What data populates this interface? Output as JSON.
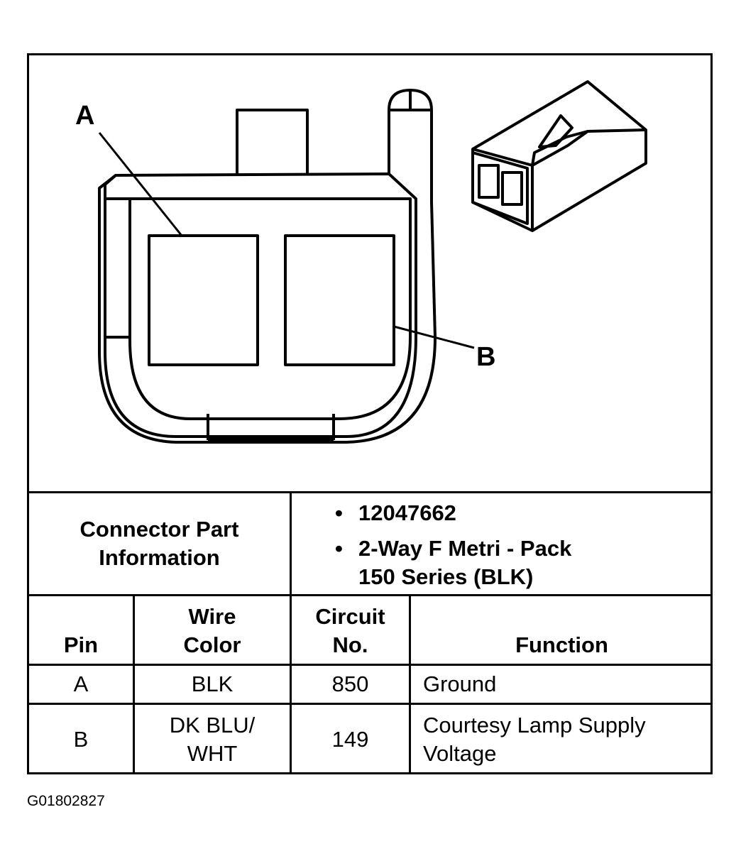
{
  "diagram": {
    "label_a": "A",
    "label_b": "B"
  },
  "part_info": {
    "header_line1": "Connector Part",
    "header_line2": "Information",
    "bullet1": "12047662",
    "bullet2_line1": "2-Way F Metri - Pack",
    "bullet2_line2": "150 Series (BLK)"
  },
  "pin_table": {
    "headers": {
      "pin": "Pin",
      "wire_line1": "Wire",
      "wire_line2": "Color",
      "circuit_line1": "Circuit",
      "circuit_line2": "No.",
      "function": "Function"
    },
    "rows": [
      {
        "pin": "A",
        "wire_line1": "BLK",
        "wire_line2": "",
        "circuit": "850",
        "function_line1": "Ground",
        "function_line2": ""
      },
      {
        "pin": "B",
        "wire_line1": "DK BLU/",
        "wire_line2": "WHT",
        "circuit": "149",
        "function_line1": "Courtesy Lamp Supply",
        "function_line2": "Voltage"
      }
    ]
  },
  "figure_id": "G01802827"
}
